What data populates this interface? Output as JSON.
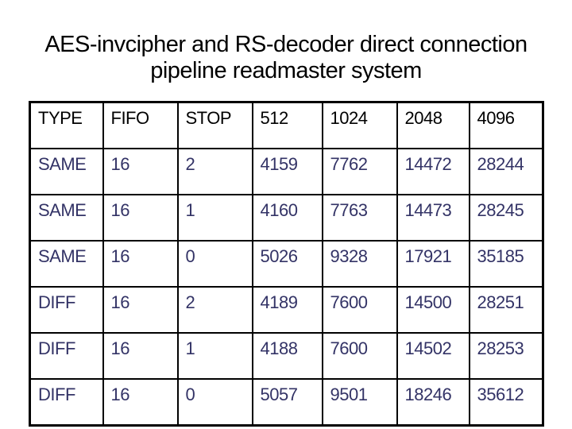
{
  "slide": {
    "title_line1": "AES-invcipher and RS-decoder direct connection",
    "title_line2": "pipeline readmaster system"
  },
  "chart_data": {
    "type": "table",
    "title": "AES-invcipher and RS-decoder direct connection pipeline readmaster system",
    "columns": [
      "TYPE",
      "FIFO",
      "STOP",
      "512",
      "1024",
      "2048",
      "4096"
    ],
    "rows": [
      [
        "SAME",
        "16",
        "2",
        "4159",
        "7762",
        "14472",
        "28244"
      ],
      [
        "SAME",
        "16",
        "1",
        "4160",
        "7763",
        "14473",
        "28245"
      ],
      [
        "SAME",
        "16",
        "0",
        "5026",
        "9328",
        "17921",
        "35185"
      ],
      [
        "DIFF",
        "16",
        "2",
        "4189",
        "7600",
        "14500",
        "28251"
      ],
      [
        "DIFF",
        "16",
        "1",
        "4188",
        "7600",
        "14502",
        "28253"
      ],
      [
        "DIFF",
        "16",
        "0",
        "5057",
        "9501",
        "18246",
        "35612"
      ]
    ],
    "layout": {
      "header_row": true,
      "grid": true,
      "text_align": "left",
      "vertical_align": "top"
    }
  },
  "colors": {
    "background": "#ffffff",
    "title_text": "#000000",
    "header_text": "#000000",
    "data_text": "#333366",
    "border": "#000000"
  }
}
